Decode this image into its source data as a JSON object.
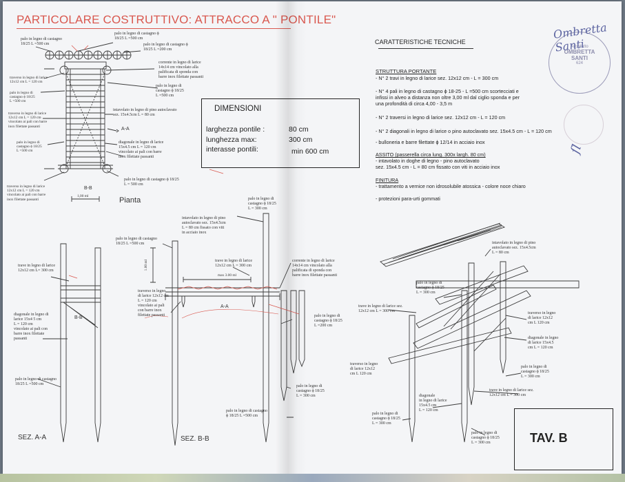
{
  "title": "PARTICOLARE COSTRUTTIVO: ATTRACCO A \" PONTILE\"",
  "plan": {
    "caption": "Pianta",
    "section_marks": [
      "A-A",
      "B-B"
    ],
    "scale_note": "1,00 ml",
    "labels": {
      "pile_top_left": "palo in legno di castagno\n18/25 L =500 cm",
      "pile_top_center": "palo in legno di castagno ϕ\n18/25 L =500 cm",
      "pile_top_right": "palo in legno di castagno ϕ\n18/25 L =200 cm",
      "beam_14": "corrente in legno di larice\n14x14 cm vincolato alla\npalificata di sponda con\nbarre inox filettate passanti",
      "pile_right_mid": "palo in legno di\ncastagno ϕ 18/25\nL =500 cm",
      "left_1": "traverso in legno di larice\n12x12 cm L = 120 cm",
      "left_2": "palo in legno di\ncastagno ϕ 18/25\nL =500 cm",
      "left_3": "traverso in legno di larice\n12x12 cm L = 120 cm\nvincolato ai pali con barre\ninox filettate passanti",
      "decking": "intavolato in legno di pino autoclavato\nsez. 15x4.5cm L = 80 cm",
      "left_4": "palo in legno di\ncastagno ϕ 18/25\nL =500 cm",
      "diagonal": "diagonale in legno di larice\n15x4.5 cm L = 120 cm\nvincolato ai pali con barre\ninox filettate passanti",
      "bottom_left": "traverso in legno di larice\n12x12 cm L = 120 cm\nvincolato ai pali con barre\ninox filettate passanti",
      "bottom_center": "palo in legno di castagno ϕ 18/25\nL = 500 cm"
    }
  },
  "dimensioni": {
    "heading": "DIMENSIONI",
    "rows": [
      {
        "label": "larghezza pontile :",
        "value": "80 cm"
      },
      {
        "label": "lunghezza max:",
        "value": "300 cm"
      },
      {
        "label": "interasse pontili:",
        "value": "min 600 cm"
      }
    ]
  },
  "tech": {
    "heading": "CARATTERISTICHE TECNICHE",
    "struttura_heading": "STRUTTURA PORTANTE",
    "struttura": [
      "- N° 2 travi in legno di larice sez. 12x12 cm - L = 300 cm",
      "- N° 4 pali in legno di castagno ϕ 18-25 - L =500 cm  scortecciati e",
      "   infissi in alveo a distanza non oltre 3,00 ml dal ciglio sponda e per",
      "   una profondità di circa 4,00 - 3,5 m",
      "- N° 2 traversi in legno di larice sez. 12x12 cm - L = 120 cm",
      "- N° 2 diagonali in legno di larice o pino autoclavato sez. 15x4.5 cm - L = 120 cm",
      "- bulloneria e barre filettate ϕ 12/14 in acciaio inox"
    ],
    "assito_heading": "ASSITO (passerella circa lung. 300x largh. 80 cm)",
    "assito": [
      "- intavolato in doghe di legno - pino autoclavato",
      "  sez. 15x4.5 cm - L = 80 cm fissato con viti in acciaio inox"
    ],
    "finitura_heading": "FINITURA",
    "finitura": [
      "- trattamento a vernice non idrosolubile atossica - colore noce chiaro",
      "- protezioni para-urti  gommati"
    ]
  },
  "stamp": {
    "signature": "Ombretta Santi",
    "lines": [
      "Architetto",
      "OMBRETTA",
      "SANTI",
      "624"
    ]
  },
  "section_aa": {
    "caption": "SEZ. A-A",
    "labels": {
      "beam": "trave in legno di larice\n12x12 cm L= 300 cm",
      "diagonal": "diagonale in legno di\nlarice 15x4 5 cm\nL = 120 cm\nvincolato ai pali con\nbarre inox filettate\npassanti",
      "pile": "palo in legno di castagno\n18/25 L =500 cm"
    },
    "mark": "B-B"
  },
  "section_bb": {
    "caption": "SEZ. B-B",
    "mark": "A-A",
    "span_note": "max 3.00 ml",
    "height_note": "1.00 ml",
    "labels": {
      "pile_left": "palo in legno di castagno\n18/25 L =500 cm",
      "decking": "intavolato in legno di pino\nautoclavato sez. 15x4.5cm\nL = 80 cm fissato con viti\nin acciaio inox",
      "pile_top": "palo in legno di\ncastagno ϕ 18/25\nL = 300 cm",
      "beam": "trave in legno di larice\n12x12 cm L = 300 cm",
      "corrente": "corrente in legno di larice\n14x14 cm vincolato alla\npalificata di sponda con\nbarre inox filettate passanti",
      "traverso": "traverso in legno\ndi larice 12x12 cm\nL = 120 cm\nvincolato ai pali\ncon barre inox\nfilettate passanti",
      "pile_right": "palo in legno di\ncastagno ϕ 18/25\nL =200 cm",
      "pile_bottom_a": "palo in legno di\ncastagno ϕ 18/25\nL = 300 cm",
      "pile_bottom_b": "palo in legno di castagno\nϕ 18/25 L =500 cm"
    }
  },
  "axon": {
    "labels": {
      "decking": "intavolato in legno di pino\nautoclavato sez. 15x4.5cm\nL = 80 cm",
      "pile_top": "palo in legno di\ncastagno ϕ 18/25\nL = 300 cm",
      "trave": "trave in legno di larice sez.\n12x12 cm L = 300 cm",
      "traverso_right": "traverso in legno\ndi larice 12x12\ncm L 120 cm",
      "diag_right": "diagonale in legno\ndi larice 15x4.5\ncm L = 120 cm",
      "traverso_left": "traverso in legno\ndi larice 12x12\ncm L 120 cm",
      "pile_right_b": "palo in legno di\ncastagno ϕ 18/25\nL = 300 cm",
      "trave_b": "trave in legno di larice sez.\n12x12 cm L = 300 cm",
      "diag_b": "diagonale\nin legno di larice\n15x4.5 cm\nL = 120 cm",
      "pile_left_b": "palo in legno di\ncastagno ϕ 18/25\nL = 300 cm",
      "pile_bottom": "palo in legno di\ncastagno ϕ 18/25\nL = 300 cm"
    }
  },
  "tav": "TAV. B",
  "colors": {
    "red": "#d9584f",
    "line": "#3a3a3a",
    "paper": "#f4f5f7"
  }
}
